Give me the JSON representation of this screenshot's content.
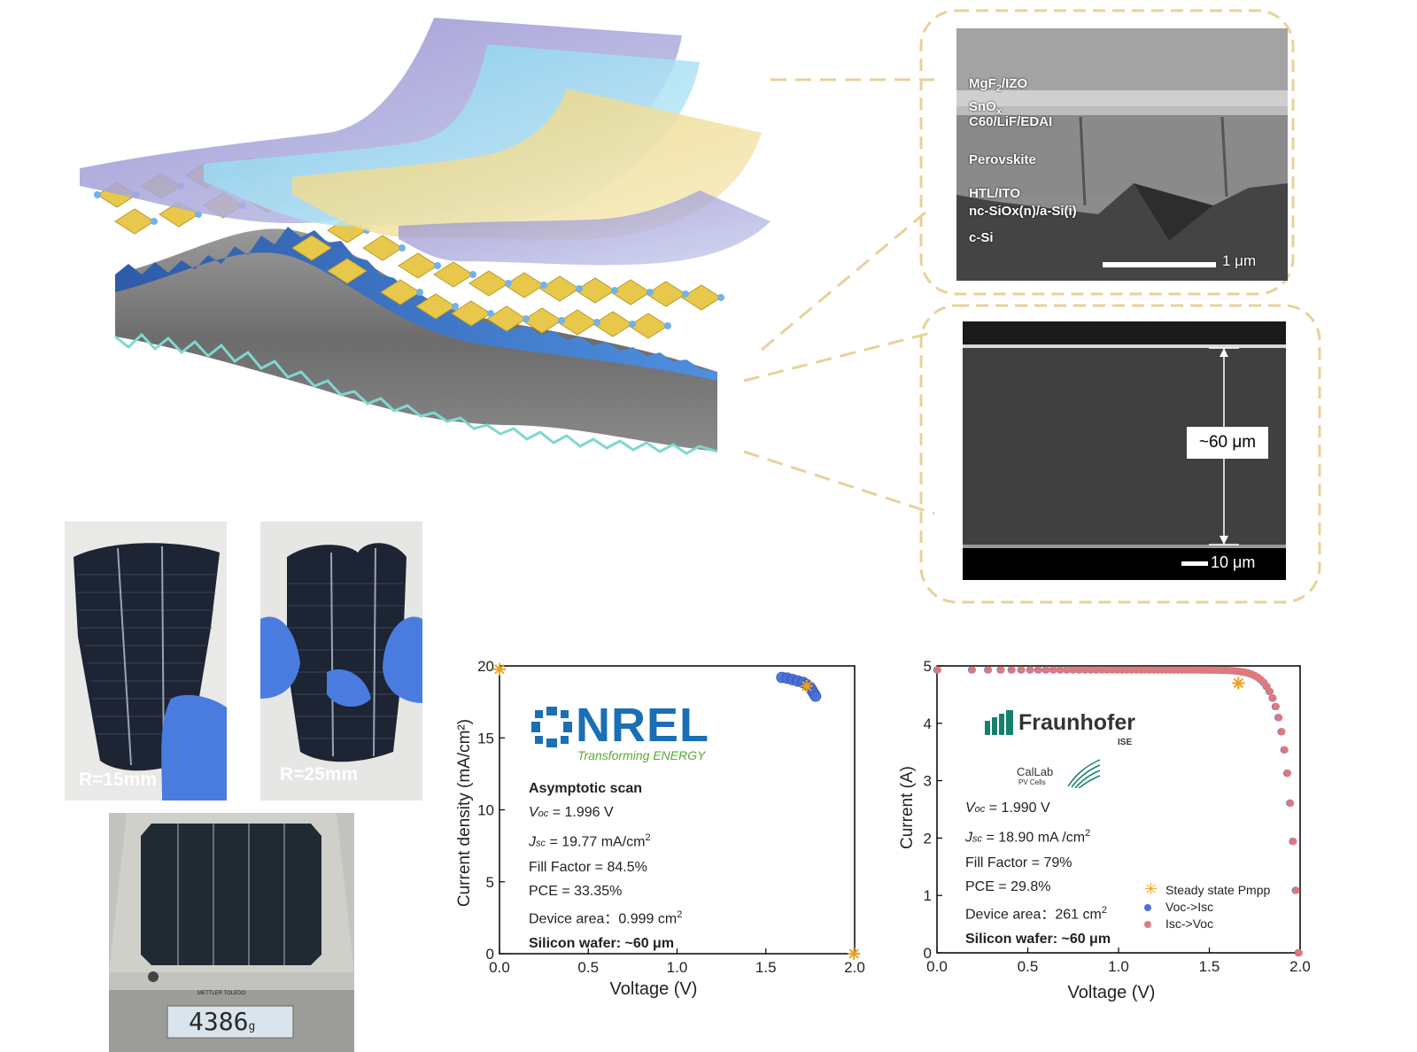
{
  "sem_top": {
    "layers": [
      {
        "label": "MgF",
        "sub": "2",
        "rest": "/IZO"
      },
      {
        "label": "SnO",
        "sub": "x",
        "rest": ""
      },
      {
        "label": "C60/LiF/EDAI",
        "sub": "",
        "rest": ""
      },
      {
        "label": "Perovskite",
        "sub": "",
        "rest": ""
      },
      {
        "label": "HTL/ITO",
        "sub": "",
        "rest": ""
      },
      {
        "label": "nc-SiOx(n)/a-Si(i)",
        "sub": "",
        "rest": ""
      },
      {
        "label": "c-Si",
        "sub": "",
        "rest": ""
      }
    ],
    "scale_bar": "1 μm"
  },
  "sem_bottom": {
    "thickness_label": "~60 μm",
    "scale_bar": "10 μm"
  },
  "photos": {
    "bend1_label": "R=15mm",
    "bend2_label": "R=25mm",
    "scale_display": "4386",
    "scale_unit": "g",
    "scale_brand": "METTLER TOLEDO"
  },
  "colors": {
    "dashed_frame": "#e8d19a",
    "nrel_blue": "#1a6fb5",
    "nrel_green": "#5aa832",
    "fraunhofer_green": "#17806d",
    "series_blue": "#4a6fd8",
    "series_red": "#e07a7a",
    "pmpp_orange": "#f0a020"
  },
  "left_panel": {
    "logo_text": "NREL",
    "logo_tagline": "Transforming ENERGY",
    "params": {
      "title": "Asymptotic scan",
      "voc": " = 1.996 V",
      "jsc": " = 19.77 mA/cm",
      "ff": "Fill Factor = 84.5%",
      "pce": "PCE = 33.35%",
      "area": "Device area：0.999 cm",
      "wafer": "Silicon wafer:  ~60 μm"
    }
  },
  "right_panel": {
    "logo_text": "Fraunhofer",
    "logo_sub": "ISE",
    "callab": "CalLab",
    "callab_sub": "PV Cells",
    "params": {
      "voc": " = 1.990 V",
      "jsc": " = 18.90 mA /cm",
      "ff": "Fill Factor = 79%",
      "pce": "PCE = 29.8%",
      "area": "Device area：261 cm",
      "wafer": "Silicon wafer:  ~60 μm"
    },
    "legend": [
      "Steady state Pmpp",
      "Voc->Isc",
      "Isc->Voc"
    ]
  },
  "chart_data": [
    {
      "type": "scatter",
      "xlabel": "Voltage (V)",
      "ylabel": "Current density (mA/cm²)",
      "xlim": [
        0,
        2.0
      ],
      "ylim": [
        0,
        20
      ],
      "xticks": [
        "0.0",
        "0.5",
        "1.0",
        "1.5",
        "2.0"
      ],
      "yticks": [
        "0",
        "5",
        "10",
        "15",
        "20"
      ],
      "series": [
        {
          "points": [
            [
              1.59,
              19.2
            ],
            [
              1.62,
              19.15
            ],
            [
              1.65,
              19.05
            ],
            [
              1.68,
              18.95
            ],
            [
              1.71,
              18.85
            ],
            [
              1.73,
              18.7
            ],
            [
              1.75,
              18.5
            ],
            [
              1.76,
              18.3
            ],
            [
              1.77,
              18.1
            ],
            [
              1.78,
              17.9
            ]
          ]
        },
        {
          "marker": "star",
          "points": [
            [
              0.0,
              19.77
            ],
            [
              1.73,
              18.6
            ],
            [
              1.996,
              0.0
            ]
          ]
        }
      ]
    },
    {
      "type": "scatter",
      "xlabel": "Voltage (V)",
      "ylabel": "Current (A)",
      "xlim": [
        0,
        2.0
      ],
      "ylim": [
        0,
        5
      ],
      "xticks": [
        "0.0",
        "0.5",
        "1.0",
        "1.5",
        "2.0"
      ],
      "yticks": [
        "0",
        "1",
        "2",
        "3",
        "4",
        "5"
      ],
      "legend_position": "bottom-right",
      "series": [
        {
          "name": "Voc->Isc",
          "curve": "iv",
          "isc": 4.93,
          "voc": 1.99,
          "n_points": 72
        },
        {
          "name": "Isc->Voc",
          "curve": "iv",
          "isc": 4.93,
          "voc": 1.99,
          "n_points": 72
        },
        {
          "name": "Steady state Pmpp",
          "marker": "star",
          "points": [
            [
              1.66,
              4.7
            ]
          ]
        }
      ]
    }
  ]
}
